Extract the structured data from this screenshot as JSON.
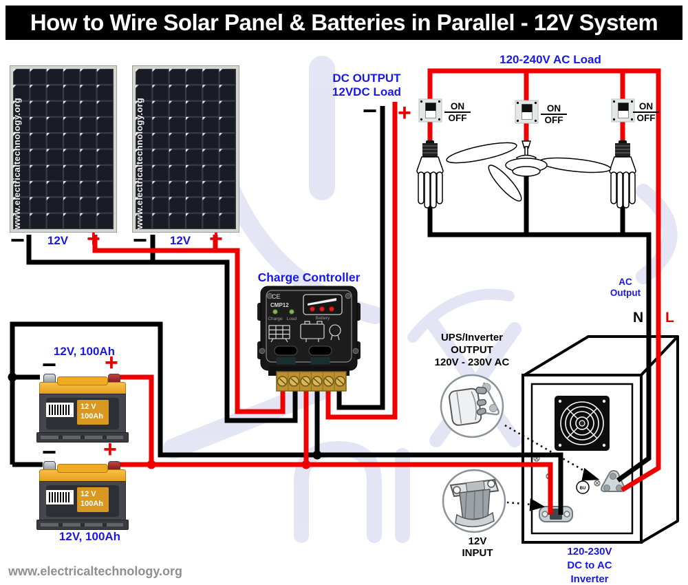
{
  "title": "How to Wire Solar Panel & Batteries in Parallel - 12V System",
  "footer_url": "www.electricaltechnology.org",
  "solar": {
    "watermark": "www.electricaltechnology.org",
    "panel1": {
      "voltage": "12V",
      "minus": "−",
      "plus": "+"
    },
    "panel2": {
      "voltage": "12V",
      "minus": "−",
      "plus": "+"
    }
  },
  "charge_controller": {
    "title": "Charge Controller",
    "ce_mark": "CE",
    "model": "CMP12",
    "led_charge": "Charge",
    "led_load": "Load",
    "led_battery": "Battery"
  },
  "dc_output": {
    "line1": "DC OUTPUT",
    "line2": "12VDC Load",
    "minus": "−",
    "plus": "+"
  },
  "ac_load": {
    "label": "120-240V AC Load",
    "switches": [
      {
        "on": "ON",
        "off": "OFF"
      },
      {
        "on": "ON",
        "off": "OFF"
      },
      {
        "on": "ON",
        "off": "OFF"
      }
    ]
  },
  "ac_output": {
    "line1": "AC",
    "line2": "Output",
    "neutral": "N",
    "live": "L"
  },
  "battery1": {
    "label": "12V, 100Ah",
    "minus": "−",
    "plus": "+",
    "plate_line1": "12 V",
    "plate_line2": "100Ah"
  },
  "battery2": {
    "label": "12V, 100Ah",
    "minus": "−",
    "plus": "+",
    "plate_line1": "12 V",
    "plate_line2": "100Ah"
  },
  "ups_output": {
    "line1": "UPS/Inverter",
    "line2": "OUTPUT",
    "line3": "120V - 230V AC"
  },
  "dc_input": {
    "line1": "12V",
    "line2": "INPUT"
  },
  "inverter": {
    "line1": "120-230V",
    "line2": "DC to AC",
    "line3": "Inverter",
    "button": "BU"
  },
  "colors": {
    "wire_red": "#ee0000",
    "wire_black": "#000000",
    "label_blue": "#1717e8",
    "title_bg": "#000000",
    "title_fg": "#ffffff",
    "watermark_lavender": "#dbddf1",
    "footer_gray": "#8f8f8f"
  }
}
